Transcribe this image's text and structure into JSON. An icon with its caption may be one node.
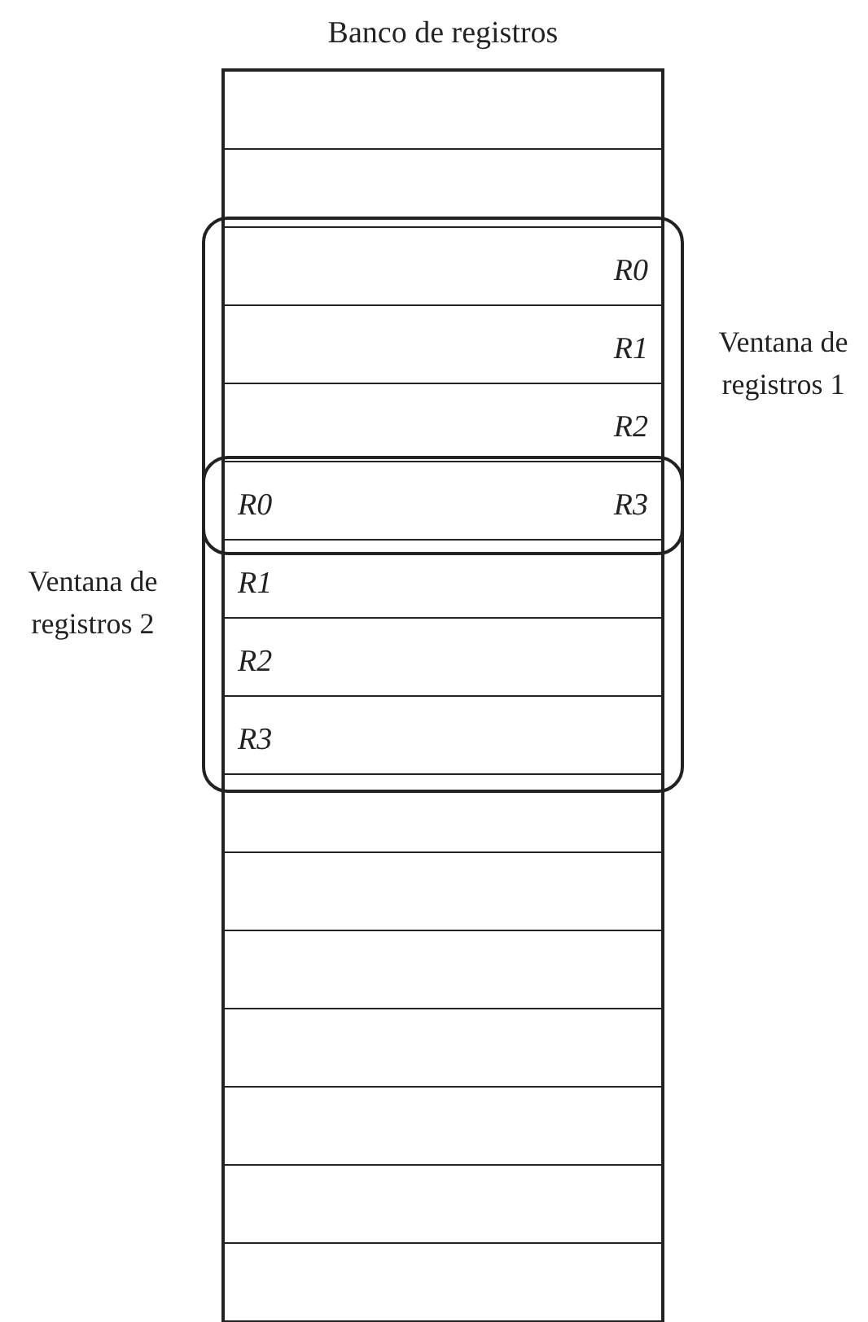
{
  "diagram": {
    "nodes": [
      {
        "text": [
          "Banco de registros"
        ]
      },
      {
        "text": [
          "Ventana de registros 1"
        ]
      },
      {
        "text": [
          "Ventana de registros 2"
        ]
      }
    ],
    "edges": [],
    "labels": [
      "R0",
      "R1",
      "R2",
      "R0",
      "R3",
      "R1",
      "R2",
      "R3"
    ]
  }
}
